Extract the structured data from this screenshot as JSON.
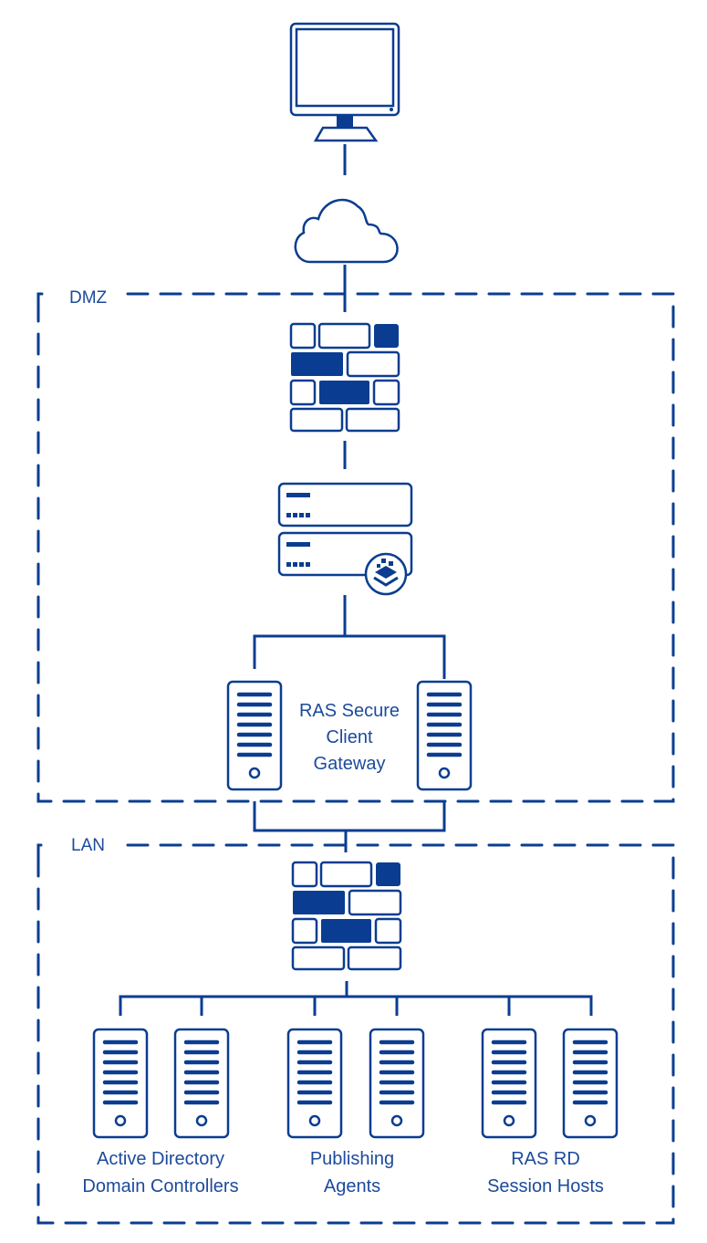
{
  "diagram": {
    "accent_color": "#0a3d91",
    "zones": [
      {
        "id": "dmz",
        "label": "DMZ"
      },
      {
        "id": "lan",
        "label": "LAN"
      }
    ],
    "nodes": {
      "client": {
        "icon": "monitor-icon"
      },
      "internet": {
        "icon": "cloud-icon"
      },
      "dmz_firewall": {
        "icon": "firewall-icon"
      },
      "ha_server": {
        "icon": "rack-server-icon",
        "badge": "layers-icon"
      },
      "gateway": {
        "icon": "tower-server-icon",
        "count": 2,
        "label_lines": [
          "RAS Secure",
          "Client",
          "Gateway"
        ]
      },
      "lan_firewall": {
        "icon": "firewall-icon"
      },
      "groups": [
        {
          "id": "ad",
          "count": 2,
          "label_lines": [
            "Active Directory",
            "Domain Controllers"
          ]
        },
        {
          "id": "publishing",
          "count": 2,
          "label_lines": [
            "Publishing",
            "Agents"
          ]
        },
        {
          "id": "rdsh",
          "count": 2,
          "label_lines": [
            "RAS RD",
            "Session Hosts"
          ]
        }
      ]
    }
  }
}
